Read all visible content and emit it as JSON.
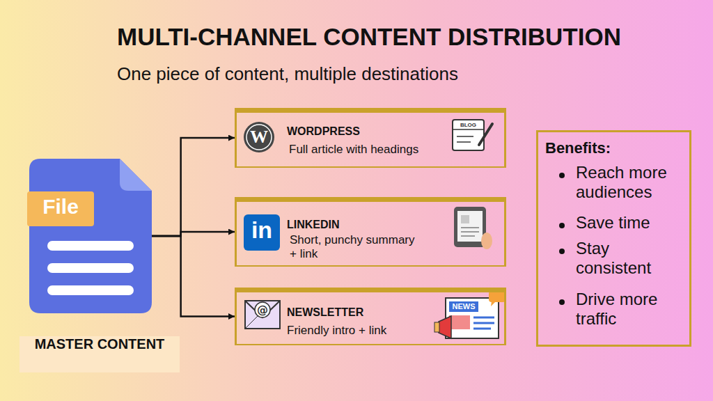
{
  "diagram": {
    "title": "MULTI-CHANNEL CONTENT DISTRIBUTION",
    "nodes": [
      {
        "text": [
          "File"
        ]
      },
      {
        "text": [
          "MASTER CONTENT"
        ]
      },
      {
        "text": [
          "WORDPRESS",
          "Full article with headings"
        ]
      },
      {
        "text": [
          "LINKEDIN",
          "Short, punchy summary + link"
        ]
      },
      {
        "text": [
          "NEWSLETTER",
          "Friendly intro + link"
        ]
      },
      {
        "text": [
          "Benefits:",
          "Reach more audiences",
          "Save time",
          "Stay consistent",
          "Drive more traffic"
        ]
      }
    ],
    "edges": [
      {
        "from": 0,
        "to": 2,
        "arrow": "to"
      },
      {
        "from": 0,
        "to": 3,
        "arrow": "to"
      },
      {
        "from": 0,
        "to": 4,
        "arrow": "to"
      }
    ],
    "labels": [
      "One piece of content, multiple destinations",
      "W",
      "BLOG",
      "in",
      "NEWS",
      "@"
    ]
  }
}
